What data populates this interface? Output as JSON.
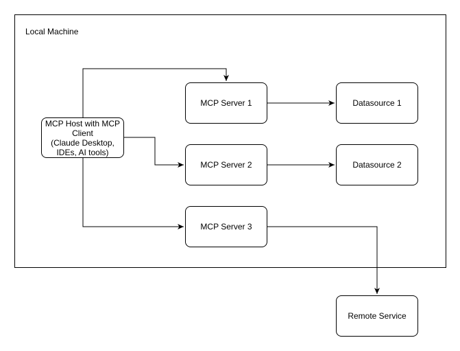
{
  "group": {
    "label": "Local Machine"
  },
  "nodes": {
    "host": "MCP Host with MCP\nClient\n(Claude Desktop,\nIDEs, AI tools)",
    "server1": "MCP Server 1",
    "server2": "MCP Server 2",
    "server3": "MCP Server 3",
    "datasource1": "Datasource 1",
    "datasource2": "Datasource 2",
    "remote": "Remote Service"
  },
  "edges": [
    {
      "from": "host",
      "to": "server1"
    },
    {
      "from": "host",
      "to": "server2"
    },
    {
      "from": "host",
      "to": "server3"
    },
    {
      "from": "server1",
      "to": "datasource1"
    },
    {
      "from": "server2",
      "to": "datasource2"
    },
    {
      "from": "server3",
      "to": "remote"
    }
  ]
}
